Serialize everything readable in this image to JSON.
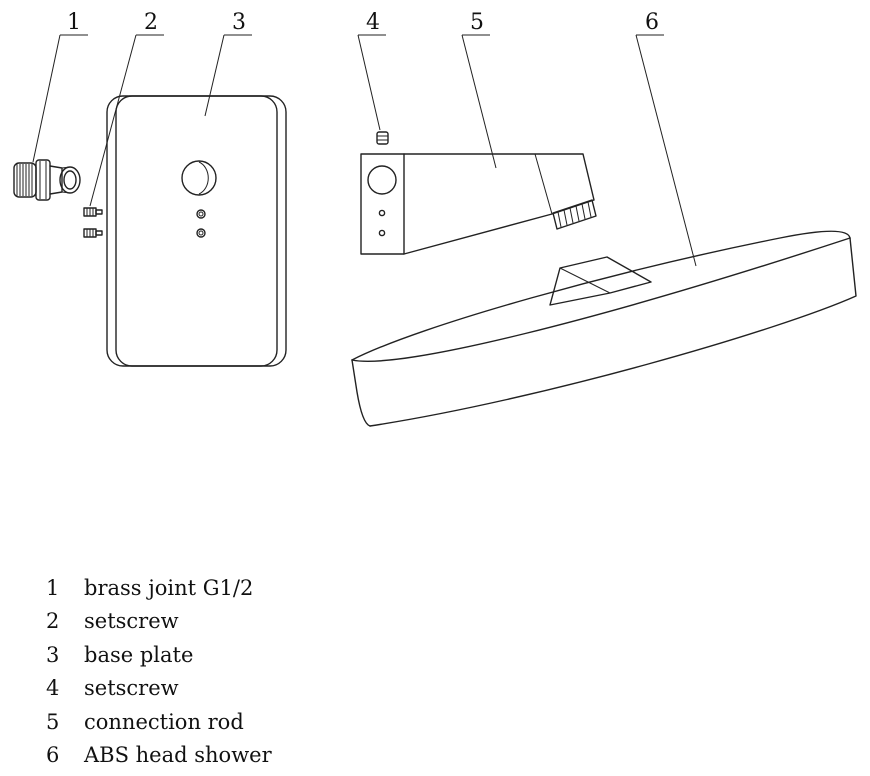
{
  "parts": [
    {
      "number": "1",
      "name": "brass joint G1/2"
    },
    {
      "number": "2",
      "name": "setscrew"
    },
    {
      "number": "3",
      "name": "base plate"
    },
    {
      "number": "4",
      "name": "setscrew"
    },
    {
      "number": "5",
      "name": "connection rod"
    },
    {
      "number": "6",
      "name": "ABS head shower"
    }
  ],
  "colors": {
    "line": "#222222",
    "background": "#ffffff"
  }
}
